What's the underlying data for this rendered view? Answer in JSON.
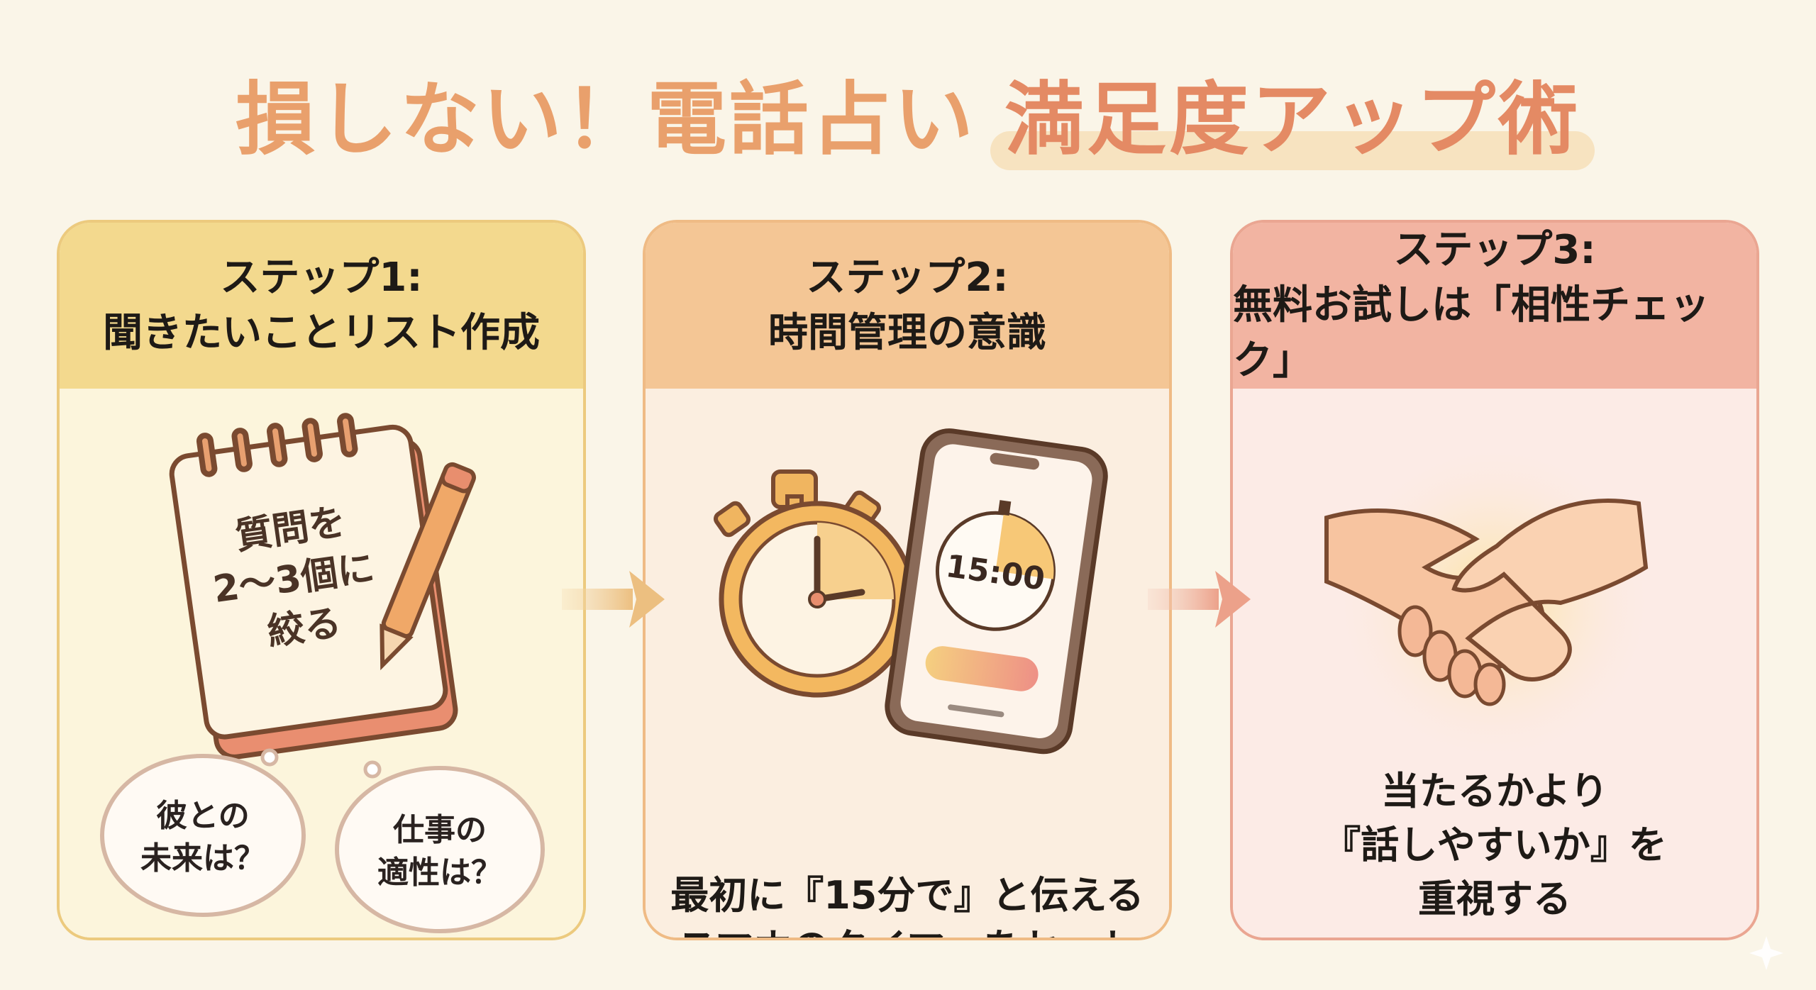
{
  "title": {
    "part1": "損しない！電話占い",
    "part2": "満足度アップ術"
  },
  "steps": [
    {
      "label": "ステップ1:",
      "heading": "聞きたいことリスト作成",
      "notepad_lines": [
        "質問を",
        "2〜3個に",
        "絞る"
      ],
      "bubbles": [
        {
          "lines": [
            "彼との",
            "未来は？"
          ]
        },
        {
          "lines": [
            "仕事の",
            "適性は？"
          ]
        }
      ]
    },
    {
      "label": "ステップ2:",
      "heading": "時間管理の意識",
      "timer_display": "15:00",
      "body": [
        "最初に『15分で』と伝える",
        "スマホのタイマーをセット"
      ]
    },
    {
      "label": "ステップ3:",
      "heading": "無料お試しは「相性チェック」",
      "body": [
        "当たるかより",
        "『話しやすいか』を",
        "重視する"
      ]
    }
  ],
  "colors": {
    "title": "#e9a06c",
    "step1": "#f3d98e",
    "step2": "#f4c695",
    "step3": "#f2b4a2",
    "outline": "#7a4a30"
  }
}
